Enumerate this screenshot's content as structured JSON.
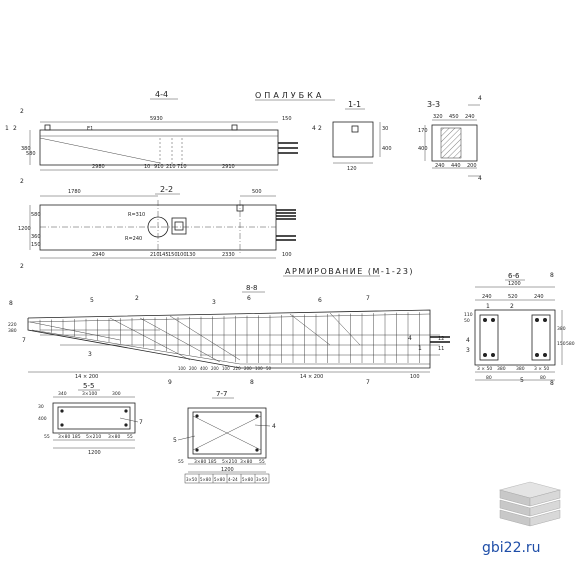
{
  "title_formwork": "ОПАЛУБКА",
  "title_reinforcement": "АРМИРОВАНИЕ (М-1-23)",
  "section_labels": {
    "s44": "4-4",
    "s11": "1-1",
    "s33": "3-3",
    "s22": "2-2",
    "s66": "6-6",
    "s88": "8-8",
    "s55": "5-5",
    "s77": "7-7"
  },
  "dims_44": {
    "top": "5930",
    "right_top": "150",
    "h1": "380",
    "h2": "580",
    "left_bottom": "2980",
    "mid1": "10",
    "mid2": "910",
    "mid3": "210",
    "mid4": "710",
    "right_bottom": "2910",
    "mark": "Е1"
  },
  "dims_11": {
    "width": "120",
    "height": "400",
    "small": "30"
  },
  "dims_33": {
    "top_left": "320",
    "top_mid": "450",
    "top_right": "240",
    "left": "170",
    "height": "400",
    "b1": "240",
    "b2": "440",
    "b3": "200"
  },
  "dims_22": {
    "top_left": "1780",
    "top_right": "500",
    "h1": "580",
    "h2": "360",
    "h3": "1200",
    "r1": "R=310",
    "r2": "R=240",
    "bot_left": "2940",
    "b1": "210",
    "b2": "145",
    "b3": "150",
    "b4": "100",
    "b5": "130",
    "bot_right": "2330",
    "right_small": "100",
    "left_small": "150"
  },
  "dims_reinf": {
    "left": "14 × 200",
    "right": "14 × 200",
    "mid": [
      "100",
      "200",
      "400",
      "200",
      "100",
      "220",
      "200",
      "100",
      "50"
    ],
    "end": "100",
    "left_h": "380",
    "left_h2": "220"
  },
  "callouts": [
    "1",
    "2",
    "3",
    "4",
    "5",
    "6",
    "7",
    "8",
    "9",
    "10",
    "11",
    "12"
  ],
  "dims_66": {
    "top": "1200",
    "t1": "240",
    "t2": "520",
    "t3": "240",
    "l1": "110",
    "l2": "50",
    "r1": "380",
    "r2": "150",
    "r3": "580",
    "b1": "3 × 50",
    "b2": "380",
    "b3": "380",
    "b4": "3 × 50",
    "b5": "80",
    "b6": "80"
  },
  "dims_55": {
    "t1": "340",
    "t2": "3×100",
    "t3": "300",
    "b1": "55",
    "b2": "3×80",
    "b3": "185",
    "b4": "5×210",
    "b5": "3×80",
    "b6": "55",
    "total": "1200",
    "h1": "30",
    "h2": "400"
  },
  "dims_77": {
    "b1": "55",
    "b2": "3×80",
    "b3": "185",
    "b4": "5×210",
    "b5": "3×80",
    "b6": "55",
    "total": "1200"
  },
  "table_77": [
    "3×50",
    "5×80",
    "5×80",
    "4–24",
    "5×80",
    "3×50"
  ],
  "watermark": "gbi22.ru"
}
